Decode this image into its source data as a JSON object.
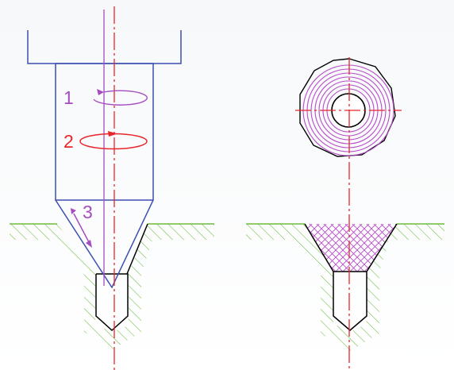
{
  "diagram": {
    "labels": {
      "step1": "1",
      "step2": "2",
      "step3": "3"
    },
    "colors": {
      "tool_outline": "#3d4fb0",
      "centerline": "#e8262b",
      "rotation_1": "#a64cc0",
      "rotation_2": "#e8262b",
      "oscillation_3": "#a64cc0",
      "ground_hatch": "#6dbb3f",
      "workpiece_outline": "#000000",
      "lapped_surface": "#b64cc8"
    }
  }
}
